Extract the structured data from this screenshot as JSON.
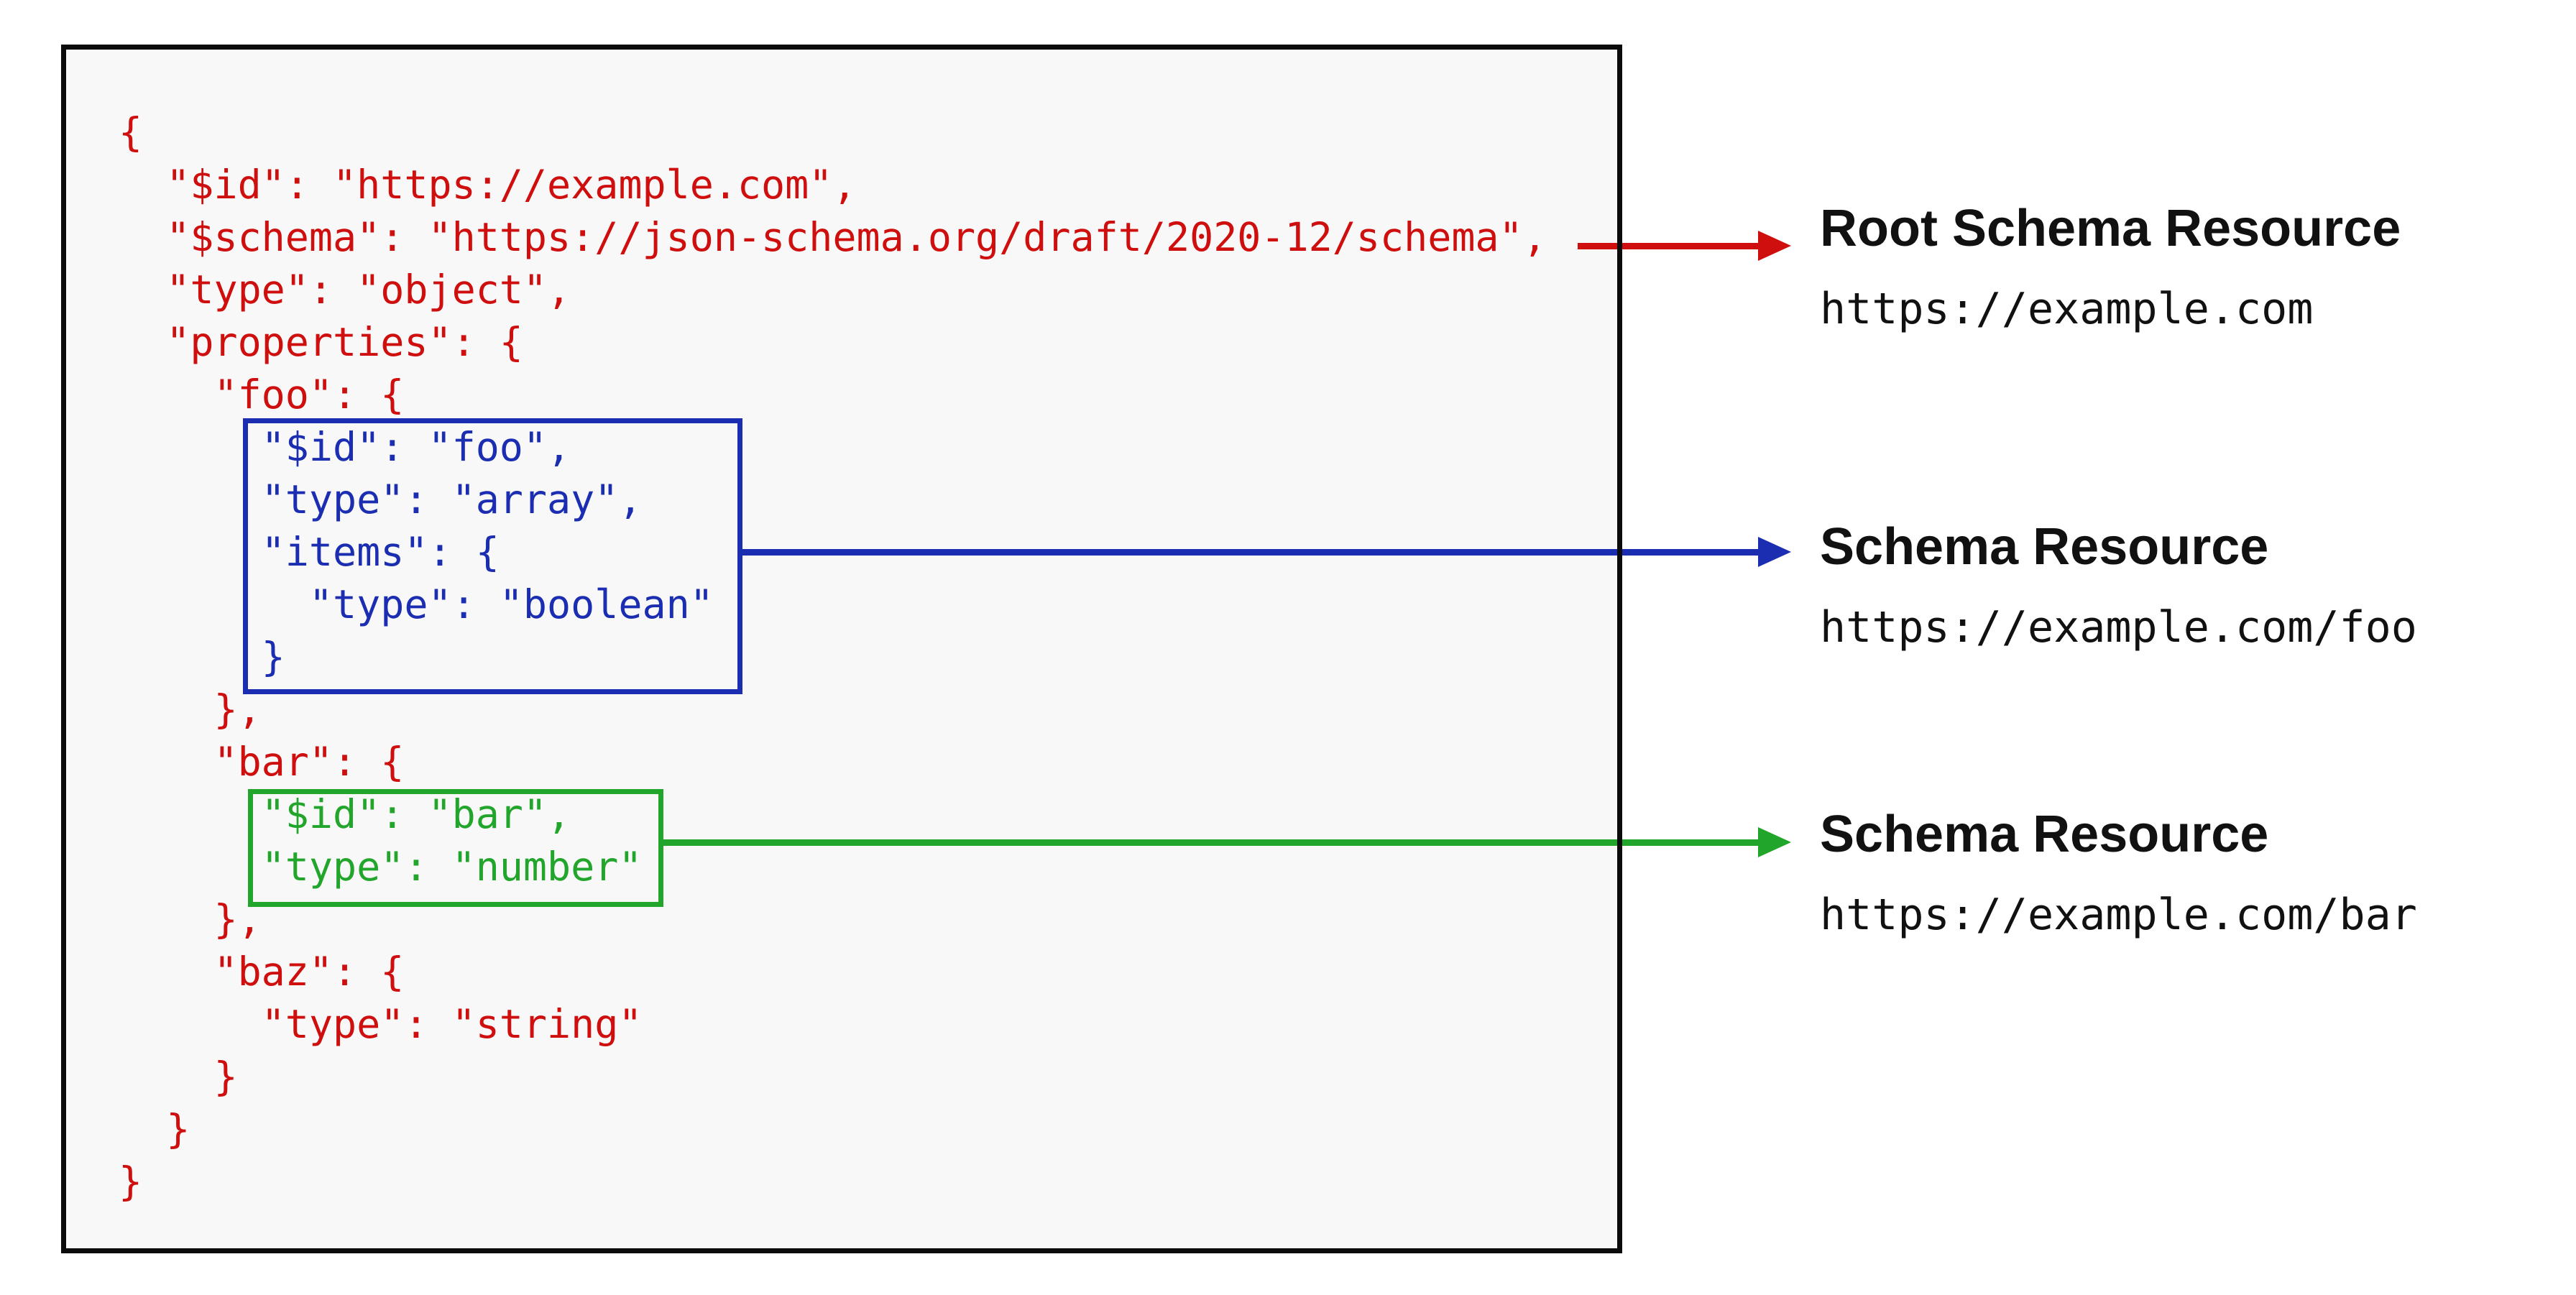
{
  "colors": {
    "red": "#cf0e0e",
    "blue": "#1b2db0",
    "green": "#22a52b",
    "ink": "#111111",
    "panel_background": "#f8f8f8",
    "panel_border": "#0b0b0b"
  },
  "code": {
    "segments": [
      {
        "name": "root-schema-top",
        "color_key": "red",
        "lines": [
          "{",
          "  \"$id\": \"https://example.com\",",
          "  \"$schema\": \"https://json-schema.org/draft/2020-12/schema\",",
          "  \"type\": \"object\",",
          "  \"properties\": {",
          "    \"foo\": {"
        ]
      },
      {
        "name": "foo-schema-resource",
        "color_key": "blue",
        "lines": [
          "      \"$id\": \"foo\",",
          "      \"type\": \"array\",",
          "      \"items\": {",
          "        \"type\": \"boolean\"",
          "      }"
        ]
      },
      {
        "name": "root-schema-middle",
        "color_key": "red",
        "lines": [
          "    },",
          "    \"bar\": {"
        ]
      },
      {
        "name": "bar-schema-resource",
        "color_key": "green",
        "lines": [
          "      \"$id\": \"bar\",",
          "      \"type\": \"number\""
        ]
      },
      {
        "name": "root-schema-bottom",
        "color_key": "red",
        "lines": [
          "    },",
          "    \"baz\": {",
          "      \"type\": \"string\"",
          "    }",
          "  }",
          "}"
        ]
      }
    ]
  },
  "annotations": [
    {
      "title": "Root Schema Resource",
      "url": "https://example.com"
    },
    {
      "title": "Schema Resource",
      "url": "https://example.com/foo"
    },
    {
      "title": "Schema Resource",
      "url": "https://example.com/bar"
    }
  ]
}
